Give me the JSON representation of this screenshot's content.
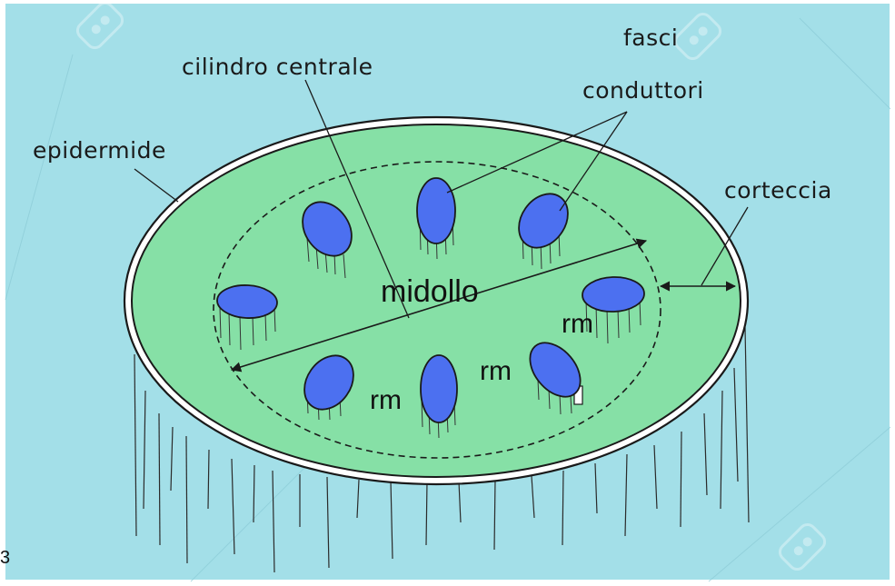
{
  "colors": {
    "background": "#a3dfe8",
    "stem_top": "#86e0a6",
    "bundle": "#4c70f0",
    "outline": "#1a1a1a"
  },
  "labels": {
    "cilindro_centrale": "cilindro centrale",
    "fasci_line1": "fasci",
    "fasci_line2": "conduttori",
    "epidermide": "epidermide",
    "corteccia": "corteccia",
    "midollo": "midollo",
    "rm1": "rm",
    "rm2": "rm",
    "rm3": "rm",
    "corner_mark": "3"
  },
  "icons": [
    "watermark-logo-icon"
  ]
}
